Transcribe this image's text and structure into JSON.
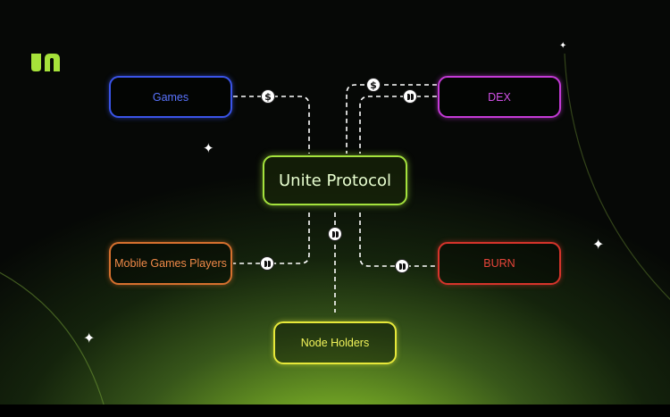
{
  "diagram": {
    "center_label": "Unite Protocol",
    "nodes": {
      "games": {
        "label": "Games",
        "color": "#3a54e8"
      },
      "dex": {
        "label": "DEX",
        "color": "#c43ad6"
      },
      "mobile": {
        "label": "Mobile Games Players",
        "color": "#d6702e"
      },
      "burn": {
        "label": "BURN",
        "color": "#d6342b"
      },
      "node_holders": {
        "label": "Node Holders",
        "color": "#e6e83a"
      }
    },
    "center_color": "#a4e23d",
    "connector_color": "#ffffff",
    "icons": {
      "dollar": "dollar-coin-icon",
      "token": "unite-token-icon",
      "sparkle": "sparkle-star-icon",
      "logo": "unite-logo-icon"
    },
    "dollar_symbol": "$"
  }
}
